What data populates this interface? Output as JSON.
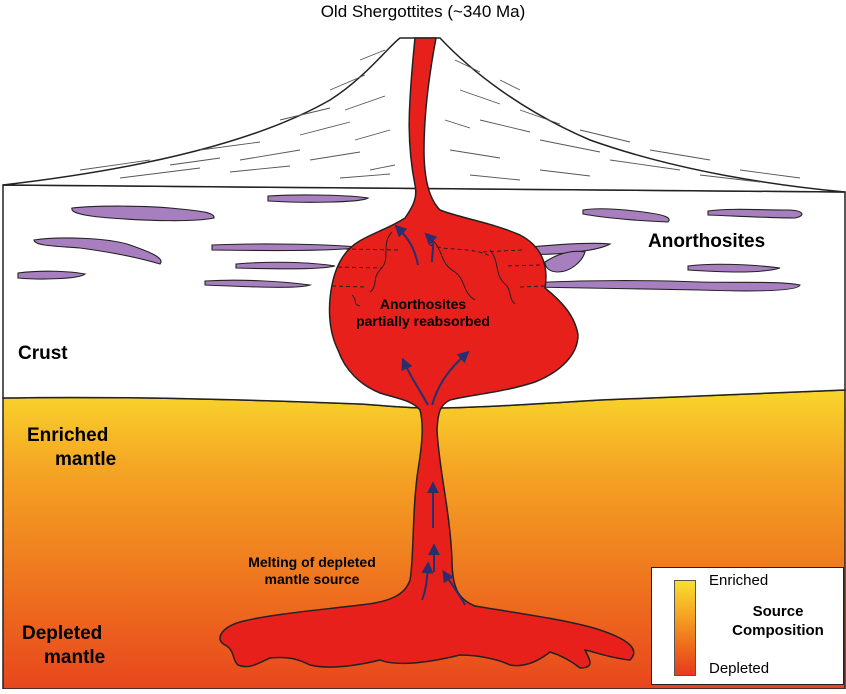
{
  "title": "Old Shergottites (~340 Ma)",
  "labels": {
    "anorthosites": "Anorthosites",
    "crust": "Crust",
    "enriched_mantle": [
      "Enriched",
      "mantle"
    ],
    "depleted_mantle": [
      "Depleted",
      "mantle"
    ],
    "reabsorbed": [
      "Anorthosites",
      "partially reabsorbed"
    ],
    "melting": [
      "Melting of depleted",
      "mantle source"
    ]
  },
  "legend": {
    "top_label": "Enriched",
    "heading": [
      "Source",
      "Composition"
    ],
    "bottom_label": "Depleted"
  },
  "colors": {
    "magma": "#e8201c",
    "anorthosite": "#a77fbf",
    "enriched": "#f7e02f",
    "depleted": "#e73a1d",
    "arrow": "#2a2e6e"
  }
}
